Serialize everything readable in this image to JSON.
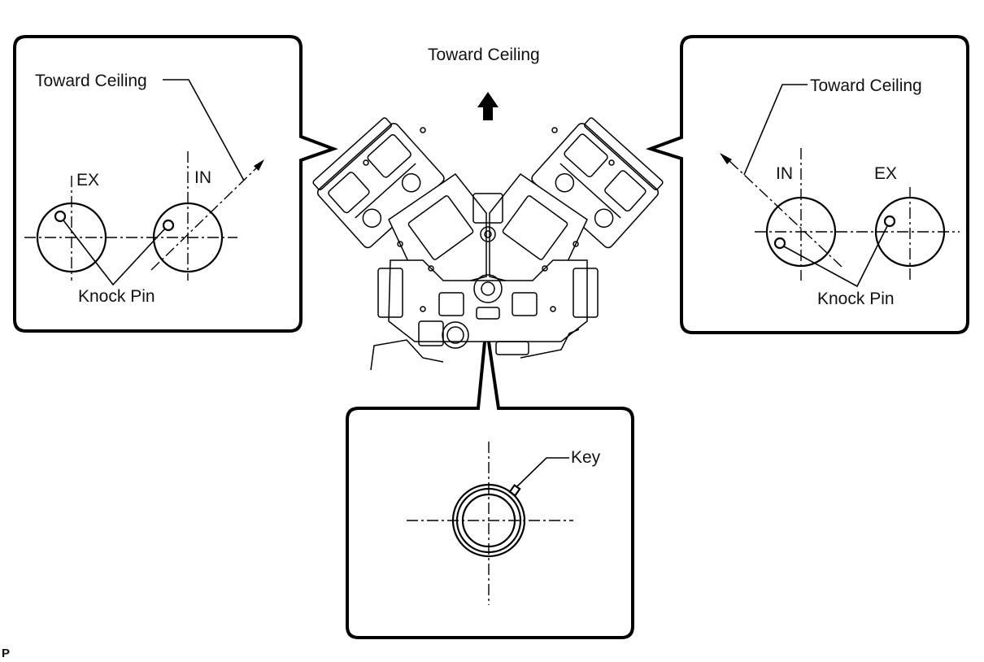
{
  "labels": {
    "toward_ceiling_top": "Toward Ceiling",
    "left_box": {
      "toward_ceiling": "Toward Ceiling",
      "ex": "EX",
      "in": "IN",
      "knock_pin": "Knock Pin"
    },
    "right_box": {
      "toward_ceiling": "Toward Ceiling",
      "in": "IN",
      "ex": "EX",
      "knock_pin": "Knock Pin"
    },
    "bottom_box": {
      "key": "Key"
    },
    "corner_mark": "P"
  },
  "colors": {
    "line": "#000000",
    "background": "#ffffff"
  }
}
